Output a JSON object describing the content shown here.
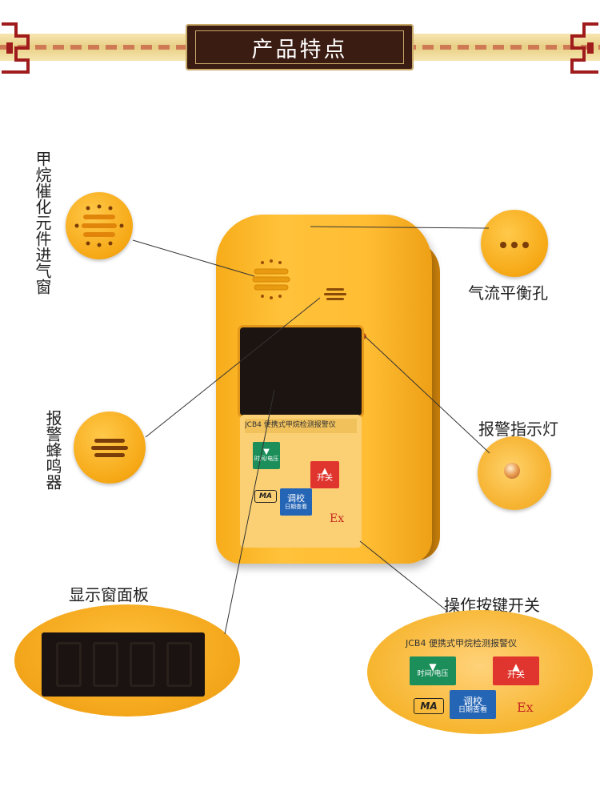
{
  "header": {
    "title": "产品特点"
  },
  "callouts": {
    "sensor_window": "甲烷催化元件进气窗",
    "airflow_holes": "气流平衡孔",
    "buzzer": "报警蜂鸣器",
    "alarm_light": "报警指示灯",
    "display_panel": "显示窗面板",
    "button_switch": "操作按键开关"
  },
  "device": {
    "panel_title": "JCB4 便携式甲烷检测报警仪",
    "btn_time": "时间/电压",
    "btn_power": "开关",
    "btn_calibrate_top": "调校",
    "btn_calibrate_bottom": "日期查看",
    "ma_mark": "MA",
    "ex_mark": "Ex"
  },
  "colors": {
    "device": "#ffbd33",
    "banner_dark": "#3a1c12",
    "gold": "#c8a968"
  }
}
